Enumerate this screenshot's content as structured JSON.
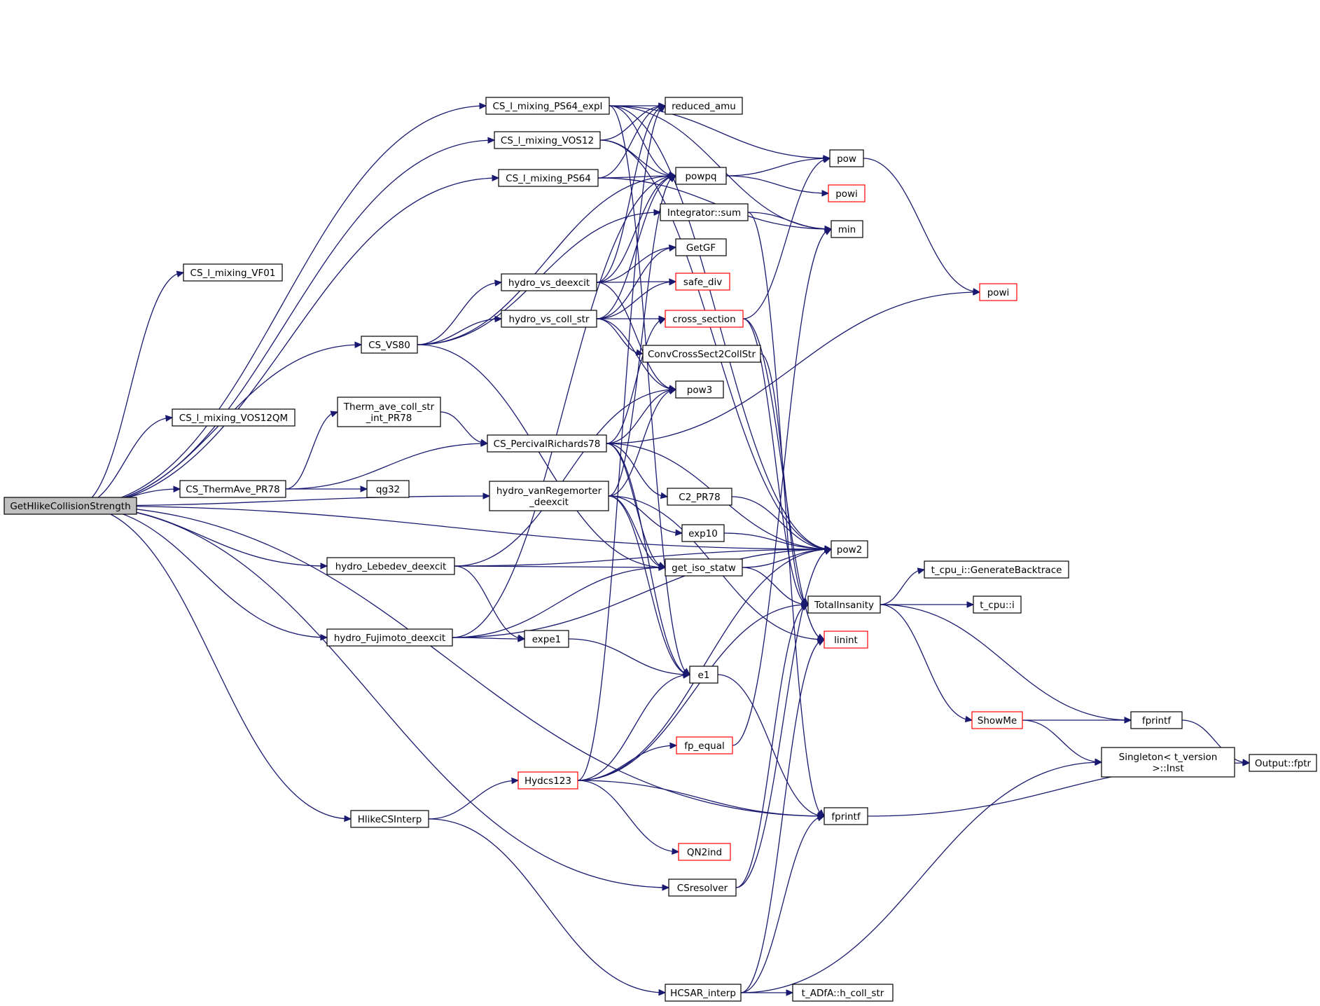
{
  "nodes": {
    "root": {
      "label": "GetHlikeCollisionStrength",
      "style": "root"
    },
    "ps64expi": {
      "label": "CS_l_mixing_PS64_expI"
    },
    "vos12": {
      "label": "CS_l_mixing_VOS12"
    },
    "ps64": {
      "label": "CS_l_mixing_PS64"
    },
    "vf01": {
      "label": "CS_l_mixing_VF01"
    },
    "vs80": {
      "label": "CS_VS80"
    },
    "vos12qm": {
      "label": "CS_l_mixing_VOS12QM"
    },
    "therm_int": {
      "label": "Therm_ave_coll_str\n_int_PR78"
    },
    "thermave": {
      "label": "CS_ThermAve_PR78"
    },
    "qg32": {
      "label": "qg32"
    },
    "lebedev": {
      "label": "hydro_Lebedev_deexcit"
    },
    "fujimoto": {
      "label": "hydro_Fujimoto_deexcit"
    },
    "hlikecs": {
      "label": "HlikeCSInterp"
    },
    "reduced_amu": {
      "label": "reduced_amu"
    },
    "powpq": {
      "label": "powpq"
    },
    "integrator": {
      "label": "Integrator::sum"
    },
    "getgf": {
      "label": "GetGF"
    },
    "safe_div": {
      "label": "safe_div",
      "style": "red"
    },
    "vs_deexcit": {
      "label": "hydro_vs_deexcit"
    },
    "vs_coll": {
      "label": "hydro_vs_coll_str"
    },
    "cross": {
      "label": "cross_section",
      "style": "red"
    },
    "conv": {
      "label": "ConvCrossSect2CollStr"
    },
    "pow3": {
      "label": "pow3"
    },
    "percival": {
      "label": "CS_PercivalRichards78"
    },
    "vanreg": {
      "label": "hydro_vanRegemorter\n_deexcit"
    },
    "c2pr78": {
      "label": "C2_PR78"
    },
    "exp10": {
      "label": "exp10"
    },
    "get_iso": {
      "label": "get_iso_statw"
    },
    "expe1": {
      "label": "expe1"
    },
    "e1": {
      "label": "e1"
    },
    "fp_equal": {
      "label": "fp_equal",
      "style": "red"
    },
    "hydcs": {
      "label": "Hydcs123",
      "style": "red"
    },
    "qn2ind": {
      "label": "QN2ind",
      "style": "red"
    },
    "csresolver": {
      "label": "CSresolver"
    },
    "hcsar": {
      "label": "HCSAR_interp"
    },
    "pow": {
      "label": "pow"
    },
    "powi1": {
      "label": "powi",
      "style": "red"
    },
    "min": {
      "label": "min"
    },
    "powi2": {
      "label": "powi",
      "style": "red"
    },
    "pow2": {
      "label": "pow2"
    },
    "totalins": {
      "label": "TotalInsanity"
    },
    "linint": {
      "label": "linint",
      "style": "red"
    },
    "fprintf2": {
      "label": "fprintf"
    },
    "adfa": {
      "label": "t_ADfA::h_coll_str"
    },
    "backtrace": {
      "label": "t_cpu_i::GenerateBacktrace"
    },
    "tcpu": {
      "label": "t_cpu::i"
    },
    "showme": {
      "label": "ShowMe",
      "style": "red"
    },
    "fprintf1": {
      "label": "fprintf"
    },
    "singleton": {
      "label": "Singleton< t_version\n>::Inst"
    },
    "fptr": {
      "label": "Output::fptr"
    }
  },
  "edges": [
    [
      "root",
      "ps64expi"
    ],
    [
      "root",
      "vos12"
    ],
    [
      "root",
      "ps64"
    ],
    [
      "root",
      "vf01"
    ],
    [
      "root",
      "vs80"
    ],
    [
      "root",
      "vos12qm"
    ],
    [
      "root",
      "thermave"
    ],
    [
      "root",
      "vanreg"
    ],
    [
      "root",
      "lebedev"
    ],
    [
      "root",
      "fujimoto"
    ],
    [
      "root",
      "hlikecs"
    ],
    [
      "root",
      "csresolver"
    ],
    [
      "root",
      "pow2"
    ],
    [
      "root",
      "fprintf2"
    ],
    [
      "ps64expi",
      "reduced_amu"
    ],
    [
      "ps64expi",
      "powpq"
    ],
    [
      "ps64expi",
      "pow"
    ],
    [
      "ps64expi",
      "min"
    ],
    [
      "ps64expi",
      "pow2"
    ],
    [
      "ps64expi",
      "e1"
    ],
    [
      "vos12",
      "reduced_amu"
    ],
    [
      "vos12",
      "powpq"
    ],
    [
      "vos12",
      "pow2"
    ],
    [
      "ps64",
      "powpq"
    ],
    [
      "ps64",
      "reduced_amu"
    ],
    [
      "ps64",
      "min"
    ],
    [
      "vs80",
      "integrator"
    ],
    [
      "vs80",
      "vs_deexcit"
    ],
    [
      "vs80",
      "vs_coll"
    ],
    [
      "vs80",
      "powpq"
    ],
    [
      "vs80",
      "get_iso"
    ],
    [
      "thermave",
      "therm_int"
    ],
    [
      "thermave",
      "percival"
    ],
    [
      "thermave",
      "qg32"
    ],
    [
      "therm_int",
      "percival"
    ],
    [
      "lebedev",
      "get_iso"
    ],
    [
      "lebedev",
      "pow2"
    ],
    [
      "lebedev",
      "expe1"
    ],
    [
      "lebedev",
      "pow3"
    ],
    [
      "fujimoto",
      "expe1"
    ],
    [
      "fujimoto",
      "get_iso"
    ],
    [
      "fujimoto",
      "pow2"
    ],
    [
      "fujimoto",
      "powpq"
    ],
    [
      "hlikecs",
      "hydcs"
    ],
    [
      "hlikecs",
      "hcsar"
    ],
    [
      "powpq",
      "pow"
    ],
    [
      "powpq",
      "powi1"
    ],
    [
      "integrator",
      "min"
    ],
    [
      "integrator",
      "fprintf2"
    ],
    [
      "vs_deexcit",
      "getgf"
    ],
    [
      "vs_deexcit",
      "safe_div"
    ],
    [
      "vs_deexcit",
      "powpq"
    ],
    [
      "vs_deexcit",
      "pow3"
    ],
    [
      "vs_deexcit",
      "reduced_amu"
    ],
    [
      "vs_coll",
      "getgf"
    ],
    [
      "vs_coll",
      "safe_div"
    ],
    [
      "vs_coll",
      "cross"
    ],
    [
      "vs_coll",
      "conv"
    ],
    [
      "vs_coll",
      "pow3"
    ],
    [
      "vs_coll",
      "powpq"
    ],
    [
      "cross",
      "pow"
    ],
    [
      "cross",
      "totalins"
    ],
    [
      "cross",
      "linint"
    ],
    [
      "conv",
      "totalins"
    ],
    [
      "percival",
      "cross"
    ],
    [
      "percival",
      "pow3"
    ],
    [
      "percival",
      "powi2"
    ],
    [
      "percival",
      "pow2"
    ],
    [
      "percival",
      "c2pr78"
    ],
    [
      "percival",
      "get_iso"
    ],
    [
      "percival",
      "e1"
    ],
    [
      "vanreg",
      "pow3"
    ],
    [
      "vanreg",
      "powpq"
    ],
    [
      "vanreg",
      "exp10"
    ],
    [
      "vanreg",
      "get_iso"
    ],
    [
      "vanreg",
      "e1"
    ],
    [
      "vanreg",
      "linint"
    ],
    [
      "c2pr78",
      "pow2"
    ],
    [
      "exp10",
      "pow2"
    ],
    [
      "get_iso",
      "pow2"
    ],
    [
      "get_iso",
      "totalins"
    ],
    [
      "expe1",
      "e1"
    ],
    [
      "e1",
      "fprintf2"
    ],
    [
      "fp_equal",
      "min"
    ],
    [
      "hydcs",
      "e1"
    ],
    [
      "hydcs",
      "fp_equal"
    ],
    [
      "hydcs",
      "qn2ind"
    ],
    [
      "hydcs",
      "pow2"
    ],
    [
      "hydcs",
      "fprintf2"
    ],
    [
      "hydcs",
      "totalins"
    ],
    [
      "hydcs",
      "reduced_amu"
    ],
    [
      "csresolver",
      "pow2"
    ],
    [
      "csresolver",
      "totalins"
    ],
    [
      "hcsar",
      "adfa"
    ],
    [
      "hcsar",
      "singleton"
    ],
    [
      "hcsar",
      "linint"
    ],
    [
      "hcsar",
      "fprintf2"
    ],
    [
      "pow",
      "powi2"
    ],
    [
      "totalins",
      "backtrace"
    ],
    [
      "totalins",
      "tcpu"
    ],
    [
      "totalins",
      "showme"
    ],
    [
      "totalins",
      "fprintf1"
    ],
    [
      "showme",
      "fprintf1"
    ],
    [
      "showme",
      "singleton"
    ],
    [
      "fprintf1",
      "fptr"
    ],
    [
      "fprintf2",
      "fptr"
    ]
  ]
}
